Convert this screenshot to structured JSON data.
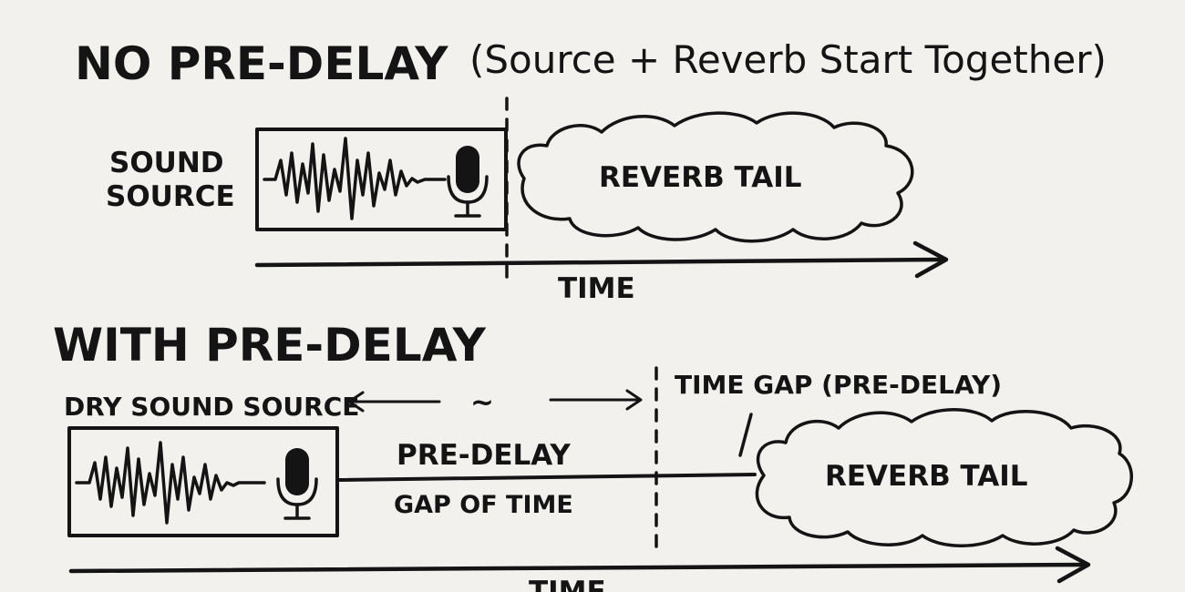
{
  "top": {
    "heading": "NO PRE-DELAY",
    "subheading": "(Source + Reverb Start Together)",
    "source_label_line1": "SOUND",
    "source_label_line2": "SOURCE",
    "reverb_label": "REVERB TAIL",
    "axis_label": "TIME"
  },
  "bottom": {
    "heading": "WITH PRE-DELAY",
    "dry_label": "DRY SOUND SOURCE",
    "tilde": "~",
    "gap_label": "TIME GAP (PRE-DELAY)",
    "predelay_label": "PRE-DELAY",
    "gap_of_time_label": "GAP OF TIME",
    "reverb_label": "REVERB TAIL",
    "axis_label": "TIME"
  },
  "icons": [
    "microphone-icon",
    "waveform-icon",
    "arrow-right-icon",
    "arrow-left-icon"
  ],
  "colors": {
    "background": "#f2f1ee",
    "ink": "#141414"
  }
}
